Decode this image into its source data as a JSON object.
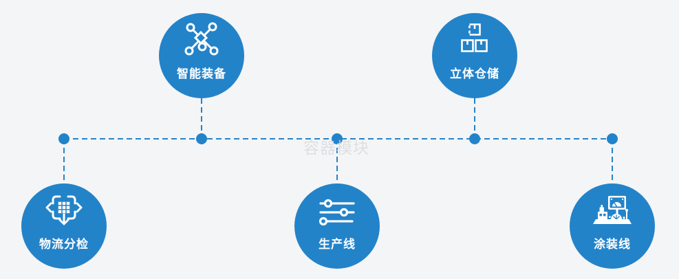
{
  "watermark": "容器模块",
  "colors": {
    "primary": "#2383C9",
    "background": "#F4F5F6",
    "icon_color": "#FFFFFF",
    "watermark_color": "#D9DADE"
  },
  "nodes": [
    {
      "label": "智能装备",
      "icon": "network-nodes-icon",
      "row": "top"
    },
    {
      "label": "立体仓储",
      "icon": "stacked-boxes-icon",
      "row": "top"
    },
    {
      "label": "物流分检",
      "icon": "sorting-arrows-icon",
      "row": "bottom"
    },
    {
      "label": "生产线",
      "icon": "sliders-icon",
      "row": "bottom"
    },
    {
      "label": "涂装线",
      "icon": "painting-station-icon",
      "row": "bottom"
    }
  ]
}
